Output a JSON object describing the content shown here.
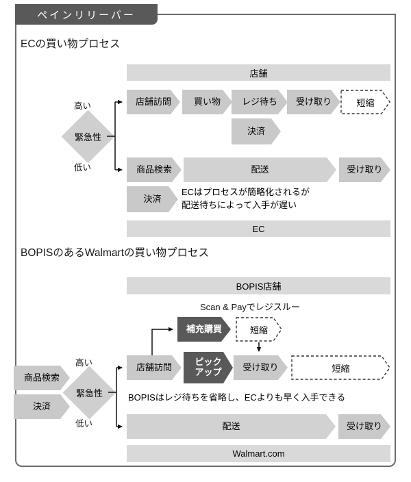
{
  "header": {
    "tab_label": "ペインリリーバー"
  },
  "sections": [
    {
      "id": "ec",
      "title": "ECの買い物プロセス",
      "top_band": "店舗",
      "bottom_band": "EC",
      "decision": {
        "label": "緊急性",
        "high_label": "高い",
        "low_label": "低い"
      },
      "high_row": [
        "店舗訪問",
        "買い物",
        "レジ待ち",
        "受け取り"
      ],
      "high_row_dashed": "短縮",
      "payment_top": "決済",
      "low_row": [
        "商品検索",
        "配送",
        "受け取り"
      ],
      "payment_bottom": "決済",
      "note": "ECはプロセスが簡略化されるが\n配送待ちによって入手が遅い"
    },
    {
      "id": "bopis",
      "title": "BOPISのあるWalmartの買い物プロセス",
      "top_band": "BOPIS店舗",
      "bottom_band": "Walmart.com",
      "caption": "Scan & Payでレジスルー",
      "decision": {
        "label": "緊急性",
        "high_label": "高い",
        "low_label": "低い"
      },
      "pre_steps": [
        "商品検索",
        "決済"
      ],
      "upsell_step": "補充購買",
      "upsell_dashed": "短縮",
      "high_row": [
        "店舗訪問",
        "ピック\nアップ",
        "受け取り"
      ],
      "high_row_dashed": "短縮",
      "low_row": [
        "配送",
        "受け取り"
      ],
      "note": "BOPISはレジ待ちを省略し、ECよりも早く入手できる"
    }
  ],
  "colors": {
    "tab_bg": "#595959",
    "band_bg": "#d9d9d9",
    "step_light": "#c9c9c9",
    "step_dark": "#595959",
    "frame_border": "#6b6b6b",
    "text": "#000000"
  }
}
